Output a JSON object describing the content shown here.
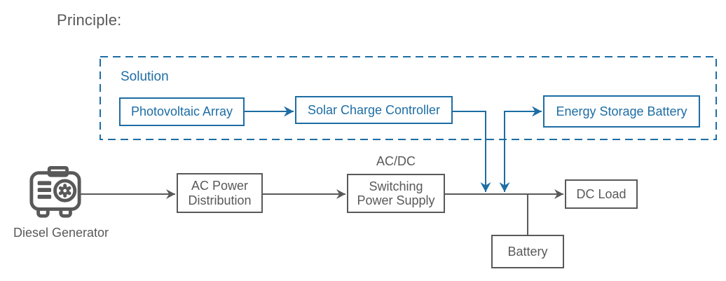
{
  "title": "Principle:",
  "colors": {
    "blue": "#1e6da4",
    "gray": "#595959",
    "background": "#ffffff"
  },
  "solution": {
    "label": "Solution",
    "nodes": [
      {
        "label": "Photovoltaic Array"
      },
      {
        "label": "Solar Charge Controller"
      },
      {
        "label": "Energy Storage Battery"
      }
    ]
  },
  "main": {
    "generator_label": "Diesel Generator",
    "ac_distribution": {
      "line1": "AC Power",
      "line2": "Distribution"
    },
    "acdc_label": "AC/DC",
    "power_supply": {
      "line1": "Switching",
      "line2": "Power Supply"
    },
    "dc_load": "DC Load",
    "battery": "Battery"
  }
}
